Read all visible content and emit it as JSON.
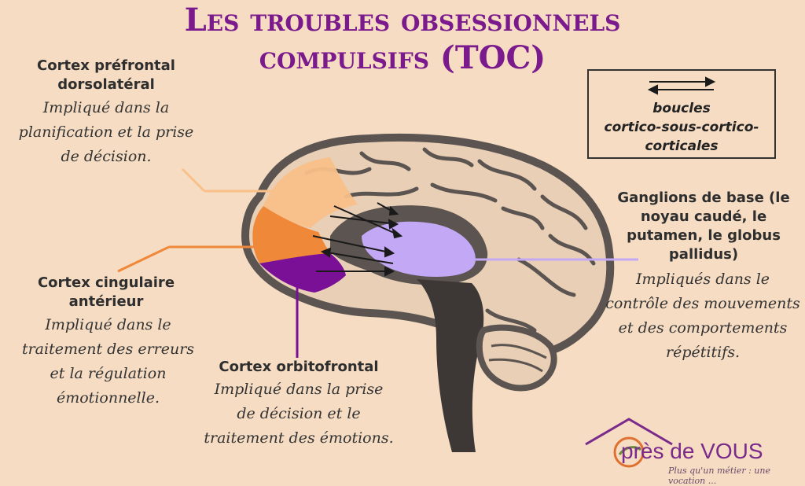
{
  "title": {
    "line1": "Les troubles obsessionnels",
    "line2": "compulsifs (TOC)"
  },
  "legend": {
    "line1": "boucles",
    "line2": "cortico-sous-cortico-",
    "line3": "corticales"
  },
  "regions": {
    "dlpfc": {
      "name_line1": "Cortex préfrontal",
      "name_line2": "dorsolatéral",
      "desc_line1": "Impliqué dans la",
      "desc_line2": "planification et la prise",
      "desc_line3": "de décision.",
      "color": "#f9c089"
    },
    "acc": {
      "name_line1": "Cortex cingulaire",
      "name_line2": "antérieur",
      "desc_line1": "Impliqué dans le",
      "desc_line2": "traitement des erreurs",
      "desc_line3": "et la régulation",
      "desc_line4": "émotionnelle.",
      "color": "#f0883a"
    },
    "ofc": {
      "name": "Cortex orbitofrontal",
      "desc_line1": "Impliqué dans la prise",
      "desc_line2": "de décision et le",
      "desc_line3": "traitement des émotions.",
      "color": "#7a1096"
    },
    "basal_ganglia": {
      "name_line1": "Ganglions de base (le",
      "name_line2": "noyau caudé, le",
      "name_line3": "putamen, le globus",
      "name_line4": "pallidus)",
      "desc_line1": "Impliqués dans le",
      "desc_line2": "contrôle des mouvements",
      "desc_line3": "et des comportements",
      "desc_line4": "répétitifs.",
      "color": "#c3a8f5"
    }
  },
  "logo": {
    "name_prefix": "près de ",
    "name_suffix": "VOUS",
    "tagline": "Plus qu'un métier : une vocation ..."
  }
}
